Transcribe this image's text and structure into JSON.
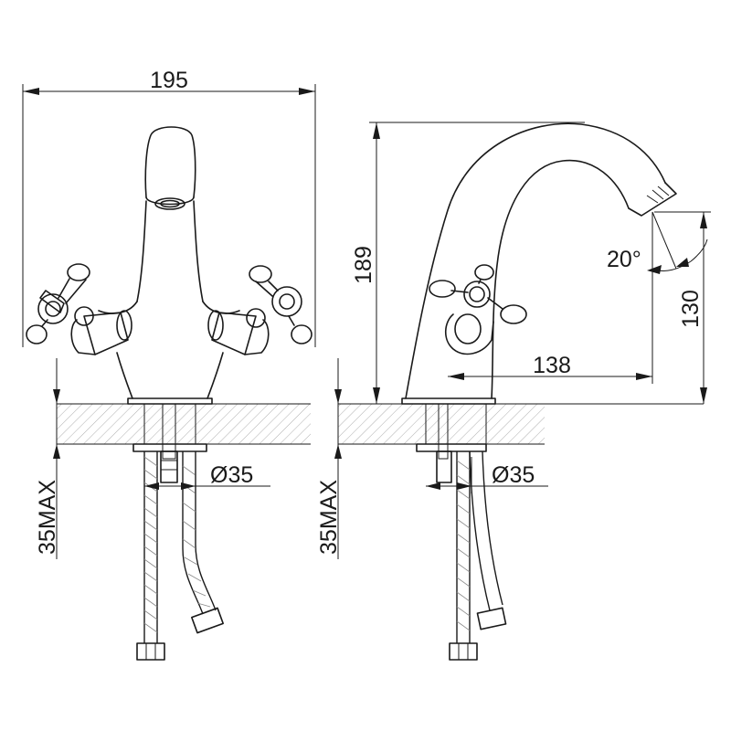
{
  "dimensions": {
    "overall_width": "195",
    "overall_height": "189",
    "spout_height": "130",
    "spout_reach": "138",
    "spout_angle": "20°",
    "hole_diameter_front": "Ø35",
    "hole_diameter_side": "Ø35",
    "max_thickness_front": "35MAX",
    "max_thickness_side": "35MAX"
  }
}
